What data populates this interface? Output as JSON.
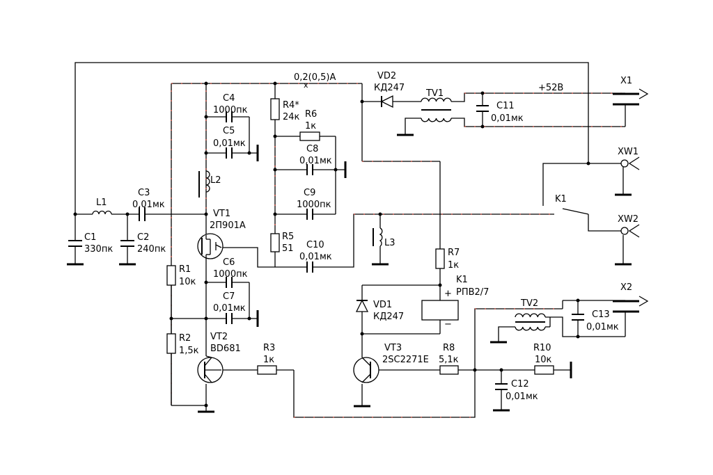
{
  "labels": {
    "current": "0,2(0,5)A",
    "supply": "+52В",
    "vd2": "VD2",
    "vd2_type": "КД247",
    "tv1": "TV1",
    "c11": "C11",
    "c11_val": "0,01мк",
    "x1": "X1",
    "xw1": "XW1",
    "xw2": "XW2",
    "x2": "X2",
    "c4": "C4",
    "c4_val": "1000пк",
    "c5": "C5",
    "c5_val": "0,01мк",
    "r4": "R4*",
    "r4_val": "24к",
    "r6": "R6",
    "r6_val": "1к",
    "c8": "C8",
    "c8_val": "0,01мк",
    "c9": "C9",
    "c9_val": "1000пк",
    "l2": "L2",
    "l1": "L1",
    "c3": "C3",
    "c3_val": "0,01мк",
    "c1": "C1",
    "c1_val": "330пк",
    "c2": "C2",
    "c2_val": "240пк",
    "vt1": "VT1",
    "vt1_type": "2П901А",
    "r5": "R5",
    "r5_val": "51",
    "c10": "C10",
    "c10_val": "0,01мк",
    "l3": "L3",
    "k1_contact": "K1",
    "r7": "R7",
    "r7_val": "1к",
    "k1_relay": "K1",
    "k1_type": "РПВ2/7",
    "plus": "+",
    "minus": "−",
    "r1": "R1",
    "r1_val": "10к",
    "c6": "C6",
    "c6_val": "1000пк",
    "c7": "C7",
    "c7_val": "0,01мк",
    "vd1": "VD1",
    "vd1_type": "КД247",
    "vt2": "VT2",
    "vt2_type": "BD681",
    "r2": "R2",
    "r2_val": "1,5к",
    "r3": "R3",
    "r3_val": "1к",
    "vt3": "VT3",
    "vt3_type": "2SC2271E",
    "r8": "R8",
    "r8_val": "5,1к",
    "r10": "R10",
    "r10_val": "10к",
    "tv2": "TV2",
    "c13": "C13",
    "c13_val": "0,01мк",
    "c12": "C12",
    "c12_val": "0,01мк"
  }
}
